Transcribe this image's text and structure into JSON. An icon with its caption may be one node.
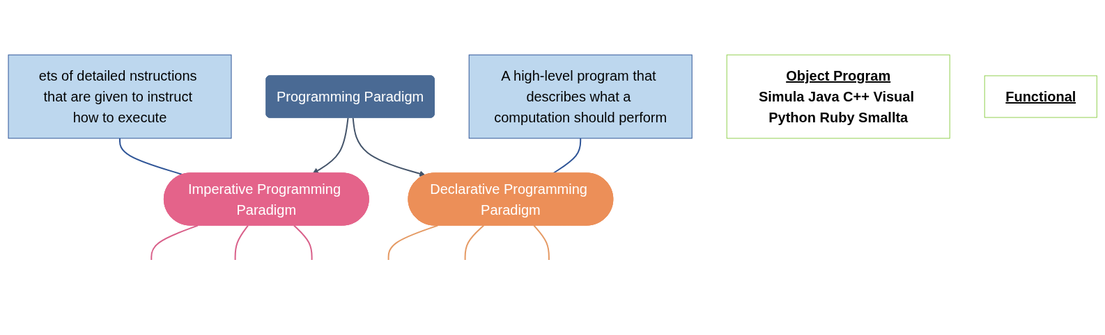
{
  "diagram": {
    "nodes": [
      {
        "text": [
          "ets of detailed nstructions that are given to instruct how to execute"
        ]
      },
      {
        "text": [
          "Programming Paradigm"
        ]
      },
      {
        "text": [
          "A high-level program that describes what a computation should perform"
        ]
      },
      {
        "text": [
          "Imperative Programming Paradigm"
        ]
      },
      {
        "text": [
          "Declarative Programming Paradigm"
        ]
      },
      {
        "text": [
          "Object Program",
          "Simula Java C++ Visual Python Ruby Smallta"
        ]
      },
      {
        "text": [
          "Functional"
        ]
      }
    ],
    "edges": [
      {
        "from": 1,
        "to": 3,
        "arrow": "to",
        "color": "#44546a"
      },
      {
        "from": 1,
        "to": 4,
        "arrow": "to",
        "color": "#44546a"
      },
      {
        "from": 0,
        "to": 3,
        "arrow": "none",
        "color": "#2f5597"
      },
      {
        "from": 2,
        "to": 4,
        "arrow": "none",
        "color": "#2f5597"
      },
      {
        "from": 3,
        "to": null,
        "arrow": "none",
        "color": "#d9608a"
      },
      {
        "from": 3,
        "to": null,
        "arrow": "none",
        "color": "#d9608a"
      },
      {
        "from": 3,
        "to": null,
        "arrow": "none",
        "color": "#d9608a"
      },
      {
        "from": 4,
        "to": null,
        "arrow": "none",
        "color": "#e59a64"
      },
      {
        "from": 4,
        "to": null,
        "arrow": "none",
        "color": "#e59a64"
      },
      {
        "from": 4,
        "to": null,
        "arrow": "none",
        "color": "#e59a64"
      }
    ]
  }
}
